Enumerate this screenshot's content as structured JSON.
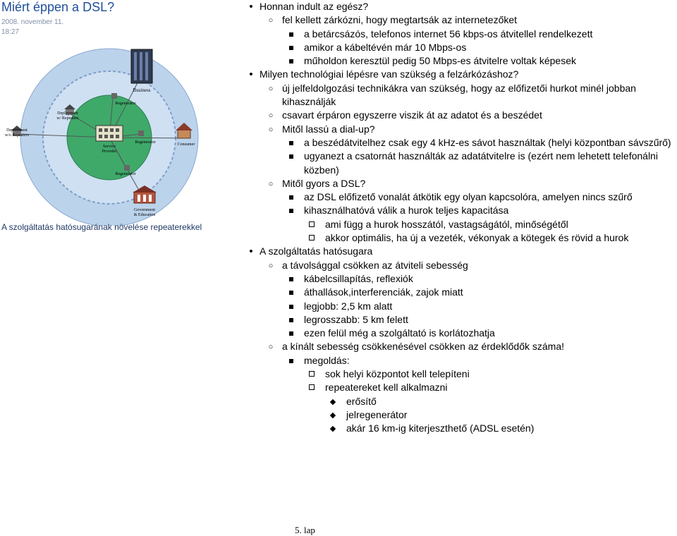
{
  "header": {
    "title": "Miért éppen a DSL?",
    "date_line1": "2008. november 11.",
    "date_line2": "18:27"
  },
  "figure": {
    "labels": {
      "business": "Business",
      "deployment_with_repeaters": "Deployment w/ Repeaters",
      "deployment_wo_repeaters": "Deployment w/o Repeaters",
      "repeater_top": "Regenerator",
      "repeater_right": "Regenerator",
      "repeater_bottom": "Regenerator",
      "service_provider": "Service Provider",
      "consumer": "Consumer",
      "government": "Government & Education"
    },
    "caption": "A szolgáltatás hatósugarának növelése repeaterekkel"
  },
  "outline": [
    {
      "level": 1,
      "bullet": "dot",
      "text": "Honnan indult az egész?"
    },
    {
      "level": 2,
      "bullet": "ring",
      "text": "fel kellett zárkózni, hogy megtartsák az internetezőket"
    },
    {
      "level": 3,
      "bullet": "sq",
      "text": "a betárcsázós, telefonos internet 56 kbps-os átvitellel rendelkezett"
    },
    {
      "level": 3,
      "bullet": "sq",
      "text": "amikor a kábeltévén már 10 Mbps-os"
    },
    {
      "level": 3,
      "bullet": "sq",
      "text": "műholdon keresztül pedig 50 Mbps-es átvitelre voltak képesek"
    },
    {
      "level": 1,
      "bullet": "dot",
      "text": "Milyen technológiai lépésre van szükség a felzárkózáshoz?"
    },
    {
      "level": 2,
      "bullet": "ring",
      "text": "új jelfeldolgozási technikákra van szükség, hogy az előfizetői hurkot minél jobban kihasználják"
    },
    {
      "level": 2,
      "bullet": "ring",
      "text": "csavart érpáron egyszerre viszik át az adatot és a beszédet"
    },
    {
      "level": 2,
      "bullet": "ring",
      "text": "Mitől lassú a dial-up?"
    },
    {
      "level": 3,
      "bullet": "sq",
      "text": "a beszédátvitelhez csak egy 4 kHz-es sávot használtak (helyi központban sávszűrő)"
    },
    {
      "level": 3,
      "bullet": "sq",
      "text": "ugyanezt a csatornát használták az adatátvitelre is (ezért nem lehetett telefonálni közben)"
    },
    {
      "level": 2,
      "bullet": "ring",
      "text": "Mitől gyors a DSL?"
    },
    {
      "level": 3,
      "bullet": "sq",
      "text": "az DSL előfizető vonalát átkötik egy olyan kapcsolóra, amelyen nincs szűrő"
    },
    {
      "level": 3,
      "bullet": "sq",
      "text": "kihasználhatóvá válik a hurok teljes kapacitása"
    },
    {
      "level": 4,
      "bullet": "open",
      "text": "ami függ a hurok hosszától, vastagságától, minőségétől"
    },
    {
      "level": 4,
      "bullet": "open",
      "text": "akkor optimális, ha új a vezeték, vékonyak a kötegek és rövid a hurok"
    },
    {
      "level": 1,
      "bullet": "dot",
      "text": "A szolgáltatás hatósugara"
    },
    {
      "level": 2,
      "bullet": "ring",
      "text": "a távolsággal csökken az átviteli sebesség"
    },
    {
      "level": 3,
      "bullet": "sq",
      "text": "kábelcsillapítás, reflexiók"
    },
    {
      "level": 3,
      "bullet": "sq",
      "text": "áthallások,interferenciák, zajok miatt"
    },
    {
      "level": 3,
      "bullet": "sq",
      "text": "legjobb: 2,5 km alatt"
    },
    {
      "level": 3,
      "bullet": "sq",
      "text": "legrosszabb: 5 km felett"
    },
    {
      "level": 3,
      "bullet": "sq",
      "text": "ezen felül még a szolgáltató is korlátozhatja"
    },
    {
      "level": 2,
      "bullet": "ring",
      "text": "a kínált sebesség csökkenésével csökken az érdeklődők száma!"
    },
    {
      "level": 3,
      "bullet": "sq",
      "text": "megoldás:"
    },
    {
      "level": 4,
      "bullet": "open",
      "text": "sok helyi központot kell telepíteni"
    },
    {
      "level": 4,
      "bullet": "open",
      "text": "repeatereket kell alkalmazni"
    },
    {
      "level": 5,
      "bullet": "dia",
      "text": "erősítő"
    },
    {
      "level": 5,
      "bullet": "dia",
      "text": "jelregenerátor"
    },
    {
      "level": 5,
      "bullet": "dia",
      "text": "akár 16 km-ig kiterjeszthető (ADSL esetén)"
    }
  ],
  "footer": {
    "page": "5. lap"
  },
  "colors": {
    "title": "#1f4e9a",
    "outer_ring": "#bcd3ec",
    "inner_circle": "#3fa96a",
    "caption": "#1f3864"
  }
}
